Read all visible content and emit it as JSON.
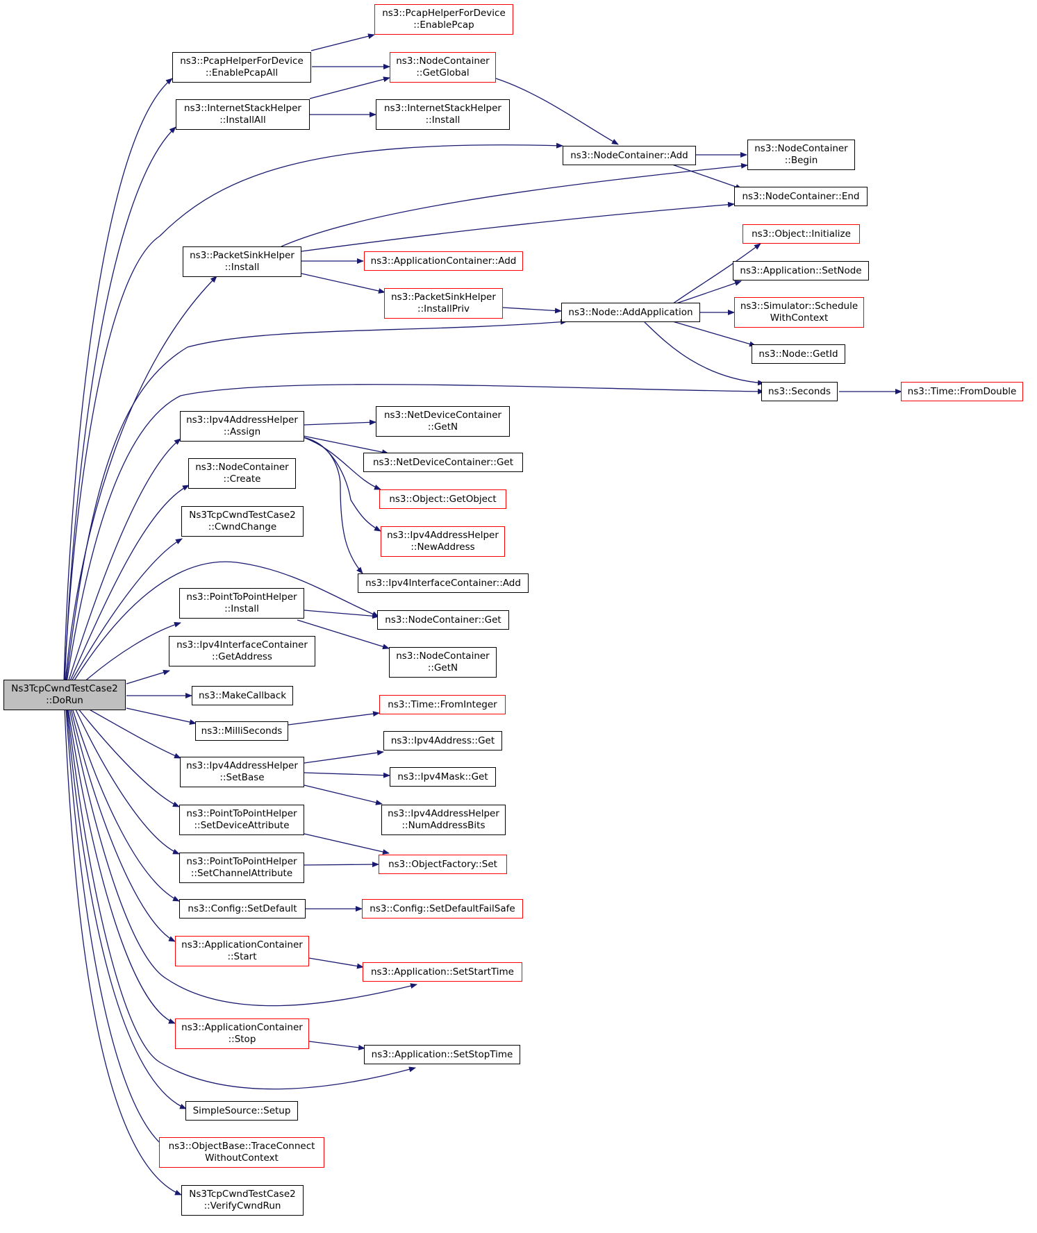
{
  "colors": {
    "edge": "#191970",
    "node_border": "#000000",
    "incomplete_node_border": "#ff0000",
    "root_fill": "#bfbfbf",
    "background": "#ffffff"
  },
  "nodes": {
    "root": [
      "Ns3TcpCwndTestCase2",
      "::DoRun"
    ],
    "pcap_enablepcapall": [
      "ns3::PcapHelperForDevice",
      "::EnablePcapAll"
    ],
    "pcap_enablepcap": [
      "ns3::PcapHelperForDevice",
      "::EnablePcap"
    ],
    "nc_getglobal": [
      "ns3::NodeContainer",
      "::GetGlobal"
    ],
    "ish_installall": [
      "ns3::InternetStackHelper",
      "::InstallAll"
    ],
    "ish_install": [
      "ns3::InternetStackHelper",
      "::Install"
    ],
    "nc_add": [
      "ns3::NodeContainer::Add"
    ],
    "nc_begin": [
      "ns3::NodeContainer",
      "::Begin"
    ],
    "nc_end": [
      "ns3::NodeContainer::End"
    ],
    "obj_initialize": [
      "ns3::Object::Initialize"
    ],
    "psh_install": [
      "ns3::PacketSinkHelper",
      "::Install"
    ],
    "appc_add": [
      "ns3::ApplicationContainer::Add"
    ],
    "app_setnode": [
      "ns3::Application::SetNode"
    ],
    "psh_installpriv": [
      "ns3::PacketSinkHelper",
      "::InstallPriv"
    ],
    "node_addapp": [
      "ns3::Node::AddApplication"
    ],
    "sim_schedule": [
      "ns3::Simulator::Schedule",
      "WithContext"
    ],
    "node_getid": [
      "ns3::Node::GetId"
    ],
    "seconds": [
      "ns3::Seconds"
    ],
    "time_fromdouble": [
      "ns3::Time::FromDouble"
    ],
    "ipv4ah_assign": [
      "ns3::Ipv4AddressHelper",
      "::Assign"
    ],
    "ndc_getn": [
      "ns3::NetDeviceContainer",
      "::GetN"
    ],
    "ndc_get": [
      "ns3::NetDeviceContainer::Get"
    ],
    "nc_create": [
      "ns3::NodeContainer",
      "::Create"
    ],
    "obj_getobject": [
      "ns3::Object::GetObject"
    ],
    "cwndchange": [
      "Ns3TcpCwndTestCase2",
      "::CwndChange"
    ],
    "ipv4ah_newaddress": [
      "ns3::Ipv4AddressHelper",
      "::NewAddress"
    ],
    "ipv4ic_add": [
      "ns3::Ipv4InterfaceContainer::Add"
    ],
    "p2p_install": [
      "ns3::PointToPointHelper",
      "::Install"
    ],
    "nc_get": [
      "ns3::NodeContainer::Get"
    ],
    "ipv4ic_getaddress": [
      "ns3::Ipv4InterfaceContainer",
      "::GetAddress"
    ],
    "nc_getn": [
      "ns3::NodeContainer",
      "::GetN"
    ],
    "makecallback": [
      "ns3::MakeCallback"
    ],
    "milliseconds": [
      "ns3::MilliSeconds"
    ],
    "time_frominteger": [
      "ns3::Time::FromInteger"
    ],
    "ipv4addr_get": [
      "ns3::Ipv4Address::Get"
    ],
    "ipv4ah_setbase": [
      "ns3::Ipv4AddressHelper",
      "::SetBase"
    ],
    "ipv4mask_get": [
      "ns3::Ipv4Mask::Get"
    ],
    "p2p_setdevattr": [
      "ns3::PointToPointHelper",
      "::SetDeviceAttribute"
    ],
    "ipv4ah_numaddrbits": [
      "ns3::Ipv4AddressHelper",
      "::NumAddressBits"
    ],
    "p2p_setchanattr": [
      "ns3::PointToPointHelper",
      "::SetChannelAttribute"
    ],
    "objfactory_set": [
      "ns3::ObjectFactory::Set"
    ],
    "config_setdefault": [
      "ns3::Config::SetDefault"
    ],
    "config_setdefaultfailsafe": [
      "ns3::Config::SetDefaultFailSafe"
    ],
    "appc_start": [
      "ns3::ApplicationContainer",
      "::Start"
    ],
    "app_setstarttime": [
      "ns3::Application::SetStartTime"
    ],
    "appc_stop": [
      "ns3::ApplicationContainer",
      "::Stop"
    ],
    "app_setstoptime": [
      "ns3::Application::SetStopTime"
    ],
    "simplesource_setup": [
      "SimpleSource::Setup"
    ],
    "objbase_traceconnect": [
      "ns3::ObjectBase::TraceConnect",
      "WithoutContext"
    ],
    "verifycwndrun": [
      "Ns3TcpCwndTestCase2",
      "::VerifyCwndRun"
    ]
  }
}
